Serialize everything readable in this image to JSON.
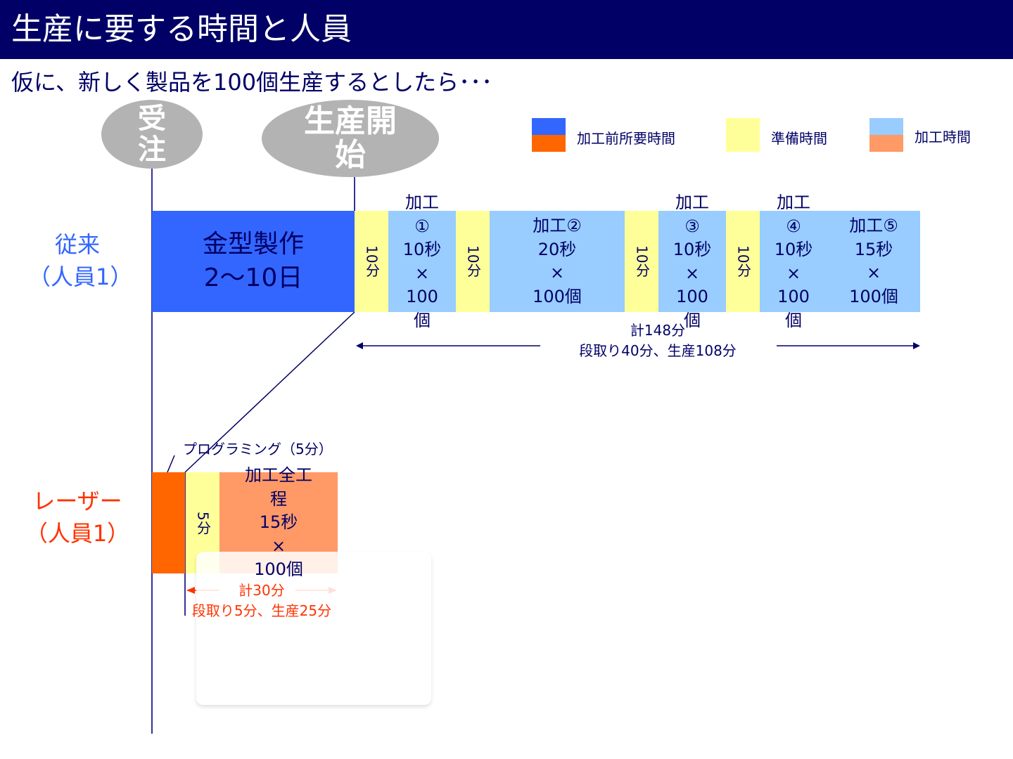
{
  "header": {
    "title": "生産に要する時間と人員"
  },
  "subtitle": "仮に、新しく製品を100個生産するとしたら･･･",
  "milestones": {
    "order": "受注",
    "start": "生産開始"
  },
  "legend": [
    {
      "label": "加工前所要時間",
      "colors": [
        "#3366ff",
        "#ff6600"
      ]
    },
    {
      "label": "準備時間",
      "colors": [
        "#ffff99"
      ]
    },
    {
      "label": "加工時間",
      "colors": [
        "#99ccff",
        "#ff9966"
      ]
    }
  ],
  "conventional": {
    "label": "従来",
    "staff": "（人員1）",
    "mold": "金型製作",
    "mold_days": "2～10日",
    "setup": "10分",
    "steps": [
      {
        "top": "加工",
        "num": "①",
        "time": "10秒",
        "x": "×",
        "qty": "100",
        "unit": "個"
      },
      {
        "title": "加工②",
        "time": "20秒",
        "x": "×",
        "qty": "100個"
      },
      {
        "top": "加工",
        "num": "③",
        "time": "10秒",
        "x": "×",
        "qty": "100",
        "unit": "個"
      },
      {
        "top": "加工",
        "num": "④",
        "time": "10秒",
        "x": "×",
        "qty": "100",
        "unit": "個"
      },
      {
        "title": "加工⑤",
        "time": "15秒",
        "x": "×",
        "qty": "100個"
      }
    ],
    "total": "計148分",
    "breakdown": "段取り40分、生産108分"
  },
  "laser": {
    "label": "レーザー",
    "staff": "（人員1）",
    "programming": "プログラミング（5分）",
    "setup": "5分",
    "process": {
      "l1": "加工全工",
      "l2": "程",
      "time": "15秒",
      "x": "×",
      "qty": "100個"
    },
    "total": "計30分",
    "breakdown": "段取り5分、生産25分"
  },
  "colors": {
    "navy": "#000066",
    "blue": "#3366ff",
    "orange": "#ff6600",
    "yellow": "#ffff99",
    "lightblue": "#99ccff",
    "salmon": "#ff9966"
  }
}
